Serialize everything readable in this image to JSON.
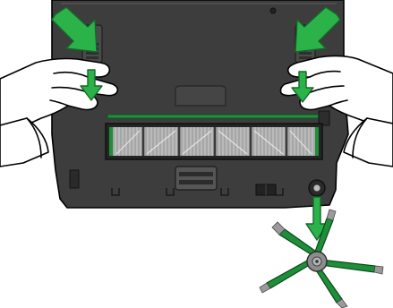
{
  "figure": {
    "icons": [
      "device-underside",
      "brush-roll",
      "side-brush",
      "hand",
      "push-arrow",
      "remove-arrow"
    ],
    "colors": {
      "device_body": "#3d3d3d",
      "device_edge": "#1c1c1c",
      "arrow_green": "#2bb34a",
      "arrow_dark": "#15672a",
      "brush_green": "#1e8e3a",
      "brush_gray": "#9a9a9a",
      "hand_fill": "#ffffff"
    }
  }
}
